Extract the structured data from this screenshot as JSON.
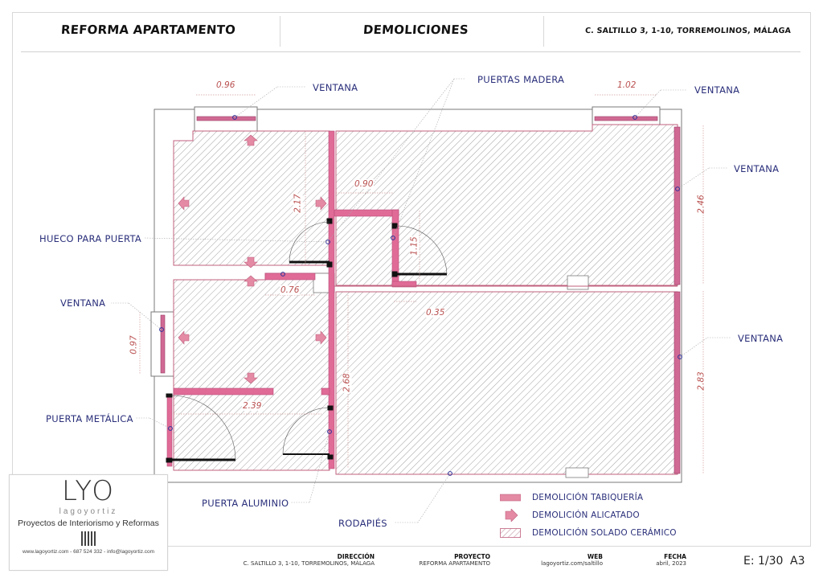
{
  "header": {
    "project_title": "REFORMA APARTAMENTO",
    "sheet_title": "DEMOLICIONES",
    "address": "C. SALTILLO 3, 1-10, TORREMOLINOS, MÁLAGA"
  },
  "labels": {
    "ventana_top_left": "VENTANA",
    "puertas_madera": "PUERTAS MADERA",
    "ventana_top_right": "VENTANA",
    "ventana_right_upper": "VENTANA",
    "hueco_para_puerta": "HUECO PARA PUERTA",
    "ventana_left": "VENTANA",
    "ventana_right_lower": "VENTANA",
    "puerta_metalica": "PUERTA METÁLICA",
    "puerta_aluminio": "PUERTA ALUMINIO",
    "rodapies": "RODAPIÉS"
  },
  "dimensions": {
    "top_left_window": "0.96",
    "top_right_window": "1.02",
    "right_upper_window": "2.46",
    "right_lower_window": "2.83",
    "left_window": "0.97",
    "room1_wall": "2.17",
    "corridor_width": "0.90",
    "bath_door": "1.15",
    "hole_width": "0.76",
    "wall_offset": "0.35",
    "room2_width": "2.39",
    "corridor_length": "2.68"
  },
  "legend": {
    "items": [
      {
        "label": "DEMOLICIÓN TABIQUERÍA",
        "symbol": "pink-bar"
      },
      {
        "label": "DEMOLICIÓN ALICATADO",
        "symbol": "pink-arrow"
      },
      {
        "label": "DEMOLICIÓN SOLADO CERÁMICO",
        "symbol": "hatch"
      }
    ]
  },
  "logo": {
    "mark": "LYO",
    "name": "lagoyortiz",
    "tagline": "Proyectos de Interiorismo y Reformas",
    "contact": "www.lagoyortiz.com  -  687 524 332  -  info@lagoyortiz.com"
  },
  "footer": {
    "direccion_label": "DIRECCIÓN",
    "direccion_value": "C. SALTILLO 3, 1-10, TORREMOLINOS, MÁLAGA",
    "proyecto_label": "PROYECTO",
    "proyecto_value": "REFORMA APARTAMENTO",
    "web_label": "WEB",
    "web_value": "lagoyortiz.com/saltillo",
    "fecha_label": "FECHA",
    "fecha_value": "abril, 2023",
    "scale": "E: 1/30",
    "paper": "A3"
  },
  "colors": {
    "demolition_pink": "#e06b96",
    "hatch": "#8a8a8a",
    "label_blue": "#2a2f7a",
    "dimension_red": "#b9504f"
  }
}
